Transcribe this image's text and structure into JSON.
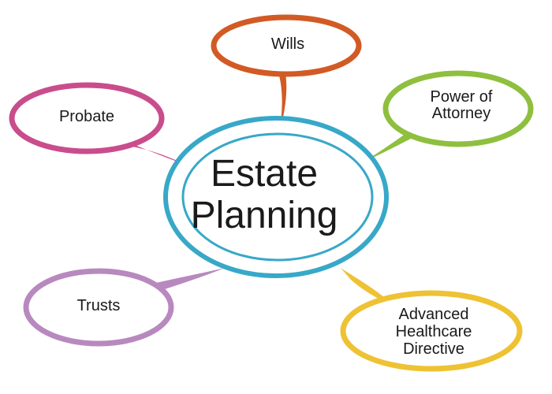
{
  "center": {
    "title": "Estate\nPlanning",
    "color": "#38a8c8"
  },
  "nodes": [
    {
      "id": "wills",
      "label": "Wills",
      "color": "#d25a24"
    },
    {
      "id": "power-of-attorney",
      "label": "Power of\nAttorney",
      "color": "#8fbf3e"
    },
    {
      "id": "probate",
      "label": "Probate",
      "color": "#c94d8c"
    },
    {
      "id": "trusts",
      "label": "Trusts",
      "color": "#b889bf"
    },
    {
      "id": "advanced-healthcare-directive",
      "label": "Advanced\nHealthcare\nDirective",
      "color": "#eec233"
    }
  ]
}
